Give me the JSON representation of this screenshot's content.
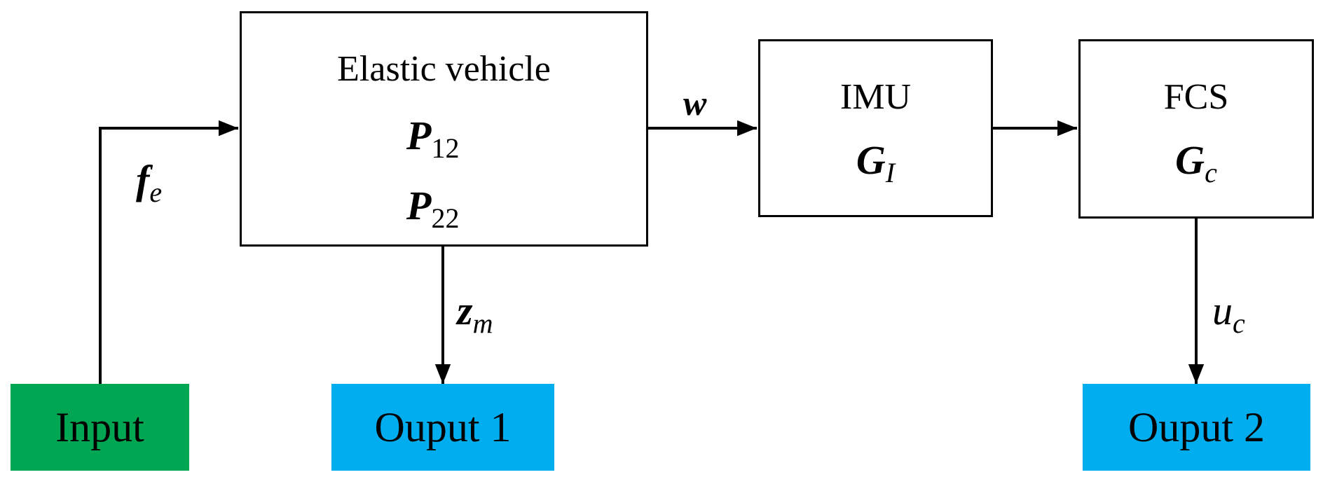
{
  "blocks": {
    "plant": {
      "title": "Elastic vehicle",
      "matrix_top_symbol": "P",
      "matrix_top_subscript": "12",
      "matrix_bottom_symbol": "P",
      "matrix_bottom_subscript": "22"
    },
    "imu": {
      "title": "IMU",
      "symbol": "G",
      "subscript": "I"
    },
    "fcs": {
      "title": "FCS",
      "symbol": "G",
      "subscript": "c"
    }
  },
  "terminals": {
    "input": {
      "label": "Input",
      "color": "#00a651"
    },
    "output1": {
      "label": "Ouput 1",
      "color": "#00aeef"
    },
    "output2": {
      "label": "Ouput 2",
      "color": "#00aeef"
    }
  },
  "signals": {
    "fe": {
      "symbol": "f",
      "subscript": "e"
    },
    "w": {
      "symbol": "w"
    },
    "zm": {
      "symbol": "z",
      "subscript": "m"
    },
    "uc": {
      "symbol": "u",
      "subscript": "c"
    }
  }
}
